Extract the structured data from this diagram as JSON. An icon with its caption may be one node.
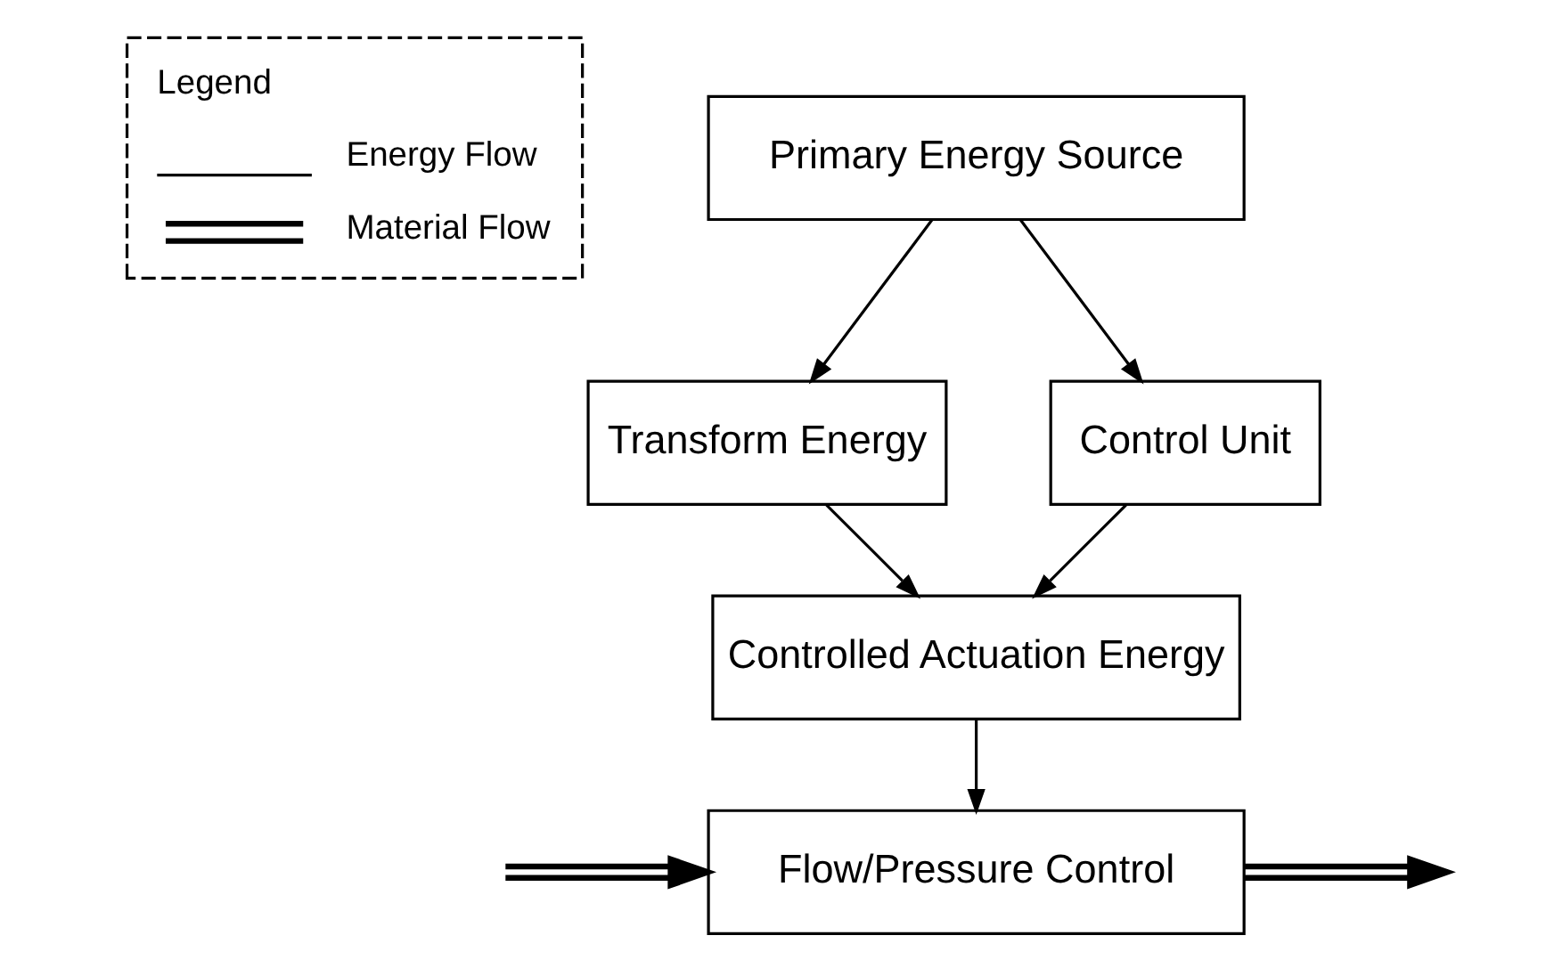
{
  "diagram": {
    "nodes": [
      {
        "text": [
          "Primary Energy Source"
        ]
      },
      {
        "text": [
          "Transform Energy"
        ]
      },
      {
        "text": [
          "Control Unit"
        ]
      },
      {
        "text": [
          "Controlled Actuation Energy"
        ]
      },
      {
        "text": [
          "Flow/Pressure Control"
        ]
      }
    ],
    "edges": [
      {
        "from": 0,
        "to": 1,
        "arrow": "to"
      },
      {
        "from": 0,
        "to": 2,
        "arrow": "to"
      },
      {
        "from": 1,
        "to": 3,
        "arrow": "to"
      },
      {
        "from": 2,
        "to": 3,
        "arrow": "to"
      },
      {
        "from": 3,
        "to": 4,
        "arrow": "to"
      },
      {
        "from": 4,
        "to": null,
        "arrow": "to",
        "style": "thick"
      },
      {
        "from": null,
        "to": 4,
        "arrow": "to",
        "style": "thick"
      }
    ],
    "labels": [
      "Legend"
    ],
    "legend": [
      {
        "text": "Energy Flow"
      },
      {
        "text": "Material Flow"
      }
    ]
  }
}
